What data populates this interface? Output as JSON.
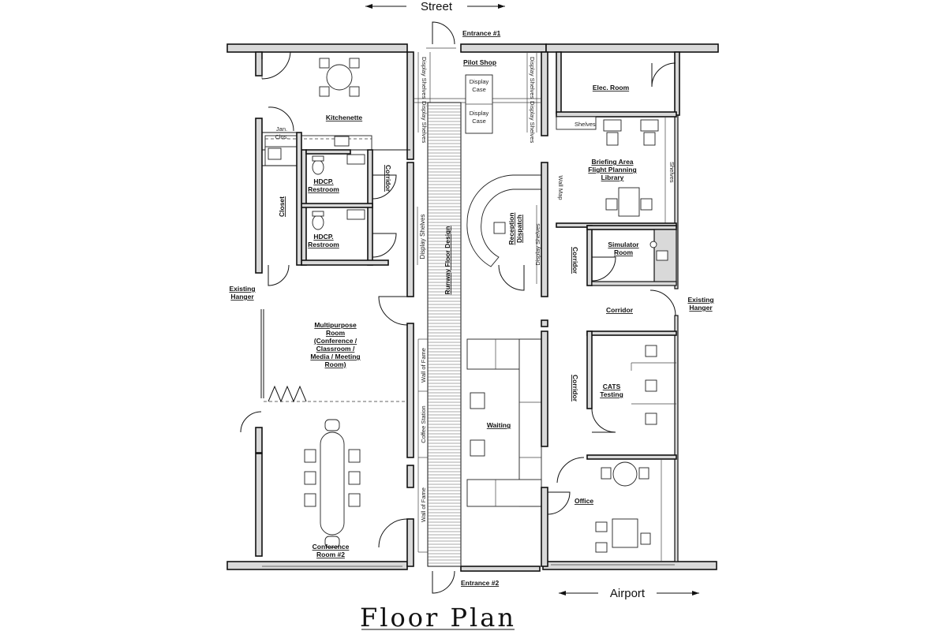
{
  "compass": {
    "top": "Street",
    "bottom": "Airport"
  },
  "title": "Floor Plan",
  "rooms": {
    "entrance_1": "Entrance #1",
    "entrance_2": "Entrance #2",
    "pilot_shop": "Pilot Shop",
    "display_case": [
      "Display",
      "Case"
    ],
    "display_shelves_v": "Display Shelves",
    "elec_room": "Elec. Room",
    "shelves": "Shelves",
    "briefing": [
      "Briefing Area",
      "Flight Planning",
      "Library"
    ],
    "kitchenette": "Kitchenette",
    "jan_clos": [
      "Jan.",
      "Clos."
    ],
    "hdcp_restroom": [
      "HDCP.",
      "Restroom"
    ],
    "closet": "Closet",
    "corridor": "Corridor",
    "reception": [
      "Reception",
      "Dispatch"
    ],
    "wall_map": "Wall Map",
    "simulator": [
      "Simulator",
      "Room"
    ],
    "existing_hanger": [
      "Existing",
      "Hanger"
    ],
    "multipurpose": [
      "Multipurpose",
      "Room",
      "(Conference /",
      "Classroom /",
      "Media / Meeting",
      "Room)"
    ],
    "runway": "Runway Floor Design",
    "wall_of_fame": "Wall of Fame",
    "coffee_station": "Coffee Station",
    "waiting": "Waiting",
    "cats": [
      "CATS",
      "Testing"
    ],
    "office": "Office",
    "conference_2": [
      "Conference",
      "Room #2"
    ]
  }
}
